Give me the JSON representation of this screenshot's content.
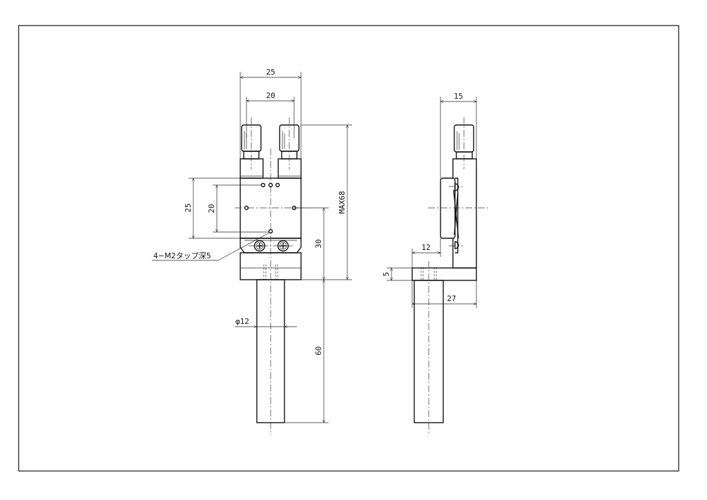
{
  "drawing": {
    "front_view": {
      "dim_overall_width": "25",
      "dim_knob_pitch": "20",
      "dim_max_height": "MAX68",
      "dim_hole_span_outer": "25",
      "dim_hole_span_inner": "20",
      "dim_center_height": "30",
      "dim_post_length": "60",
      "dim_post_diameter": "φ12",
      "tap_note": "4−M2タップ深5"
    },
    "side_view": {
      "dim_depth": "15",
      "dim_offset": "12",
      "dim_base_thickness": "5",
      "dim_base_length": "27"
    }
  }
}
